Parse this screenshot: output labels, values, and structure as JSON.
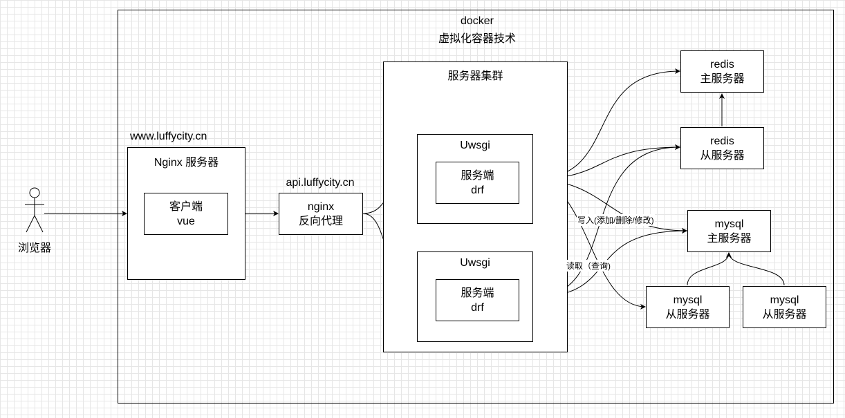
{
  "docker": {
    "title": "docker",
    "subtitle": "虚拟化容器技术"
  },
  "browser": {
    "label": "浏览器"
  },
  "nginx_server": {
    "domain": "www.luffycity.cn",
    "title": "Nginx 服务器",
    "client_line1": "客户端",
    "client_line2": "vue"
  },
  "proxy": {
    "domain": "api.luffycity.cn",
    "line1": "nginx",
    "line2": "反向代理"
  },
  "cluster": {
    "title": "服务器集群",
    "nodes": [
      {
        "title": "Uwsgi",
        "line1": "服务端",
        "line2": "drf"
      },
      {
        "title": "Uwsgi",
        "line1": "服务端",
        "line2": "drf"
      }
    ]
  },
  "redis": {
    "master": {
      "line1": "redis",
      "line2": "主服务器"
    },
    "slave": {
      "line1": "redis",
      "line2": "从服务器"
    }
  },
  "mysql": {
    "master": {
      "line1": "mysql",
      "line2": "主服务器"
    },
    "slaves": [
      {
        "line1": "mysql",
        "line2": "从服务器"
      },
      {
        "line1": "mysql",
        "line2": "从服务器"
      }
    ]
  },
  "edge_labels": {
    "write": "写入(添加/删除/修改)",
    "read": "读取（查询)"
  }
}
